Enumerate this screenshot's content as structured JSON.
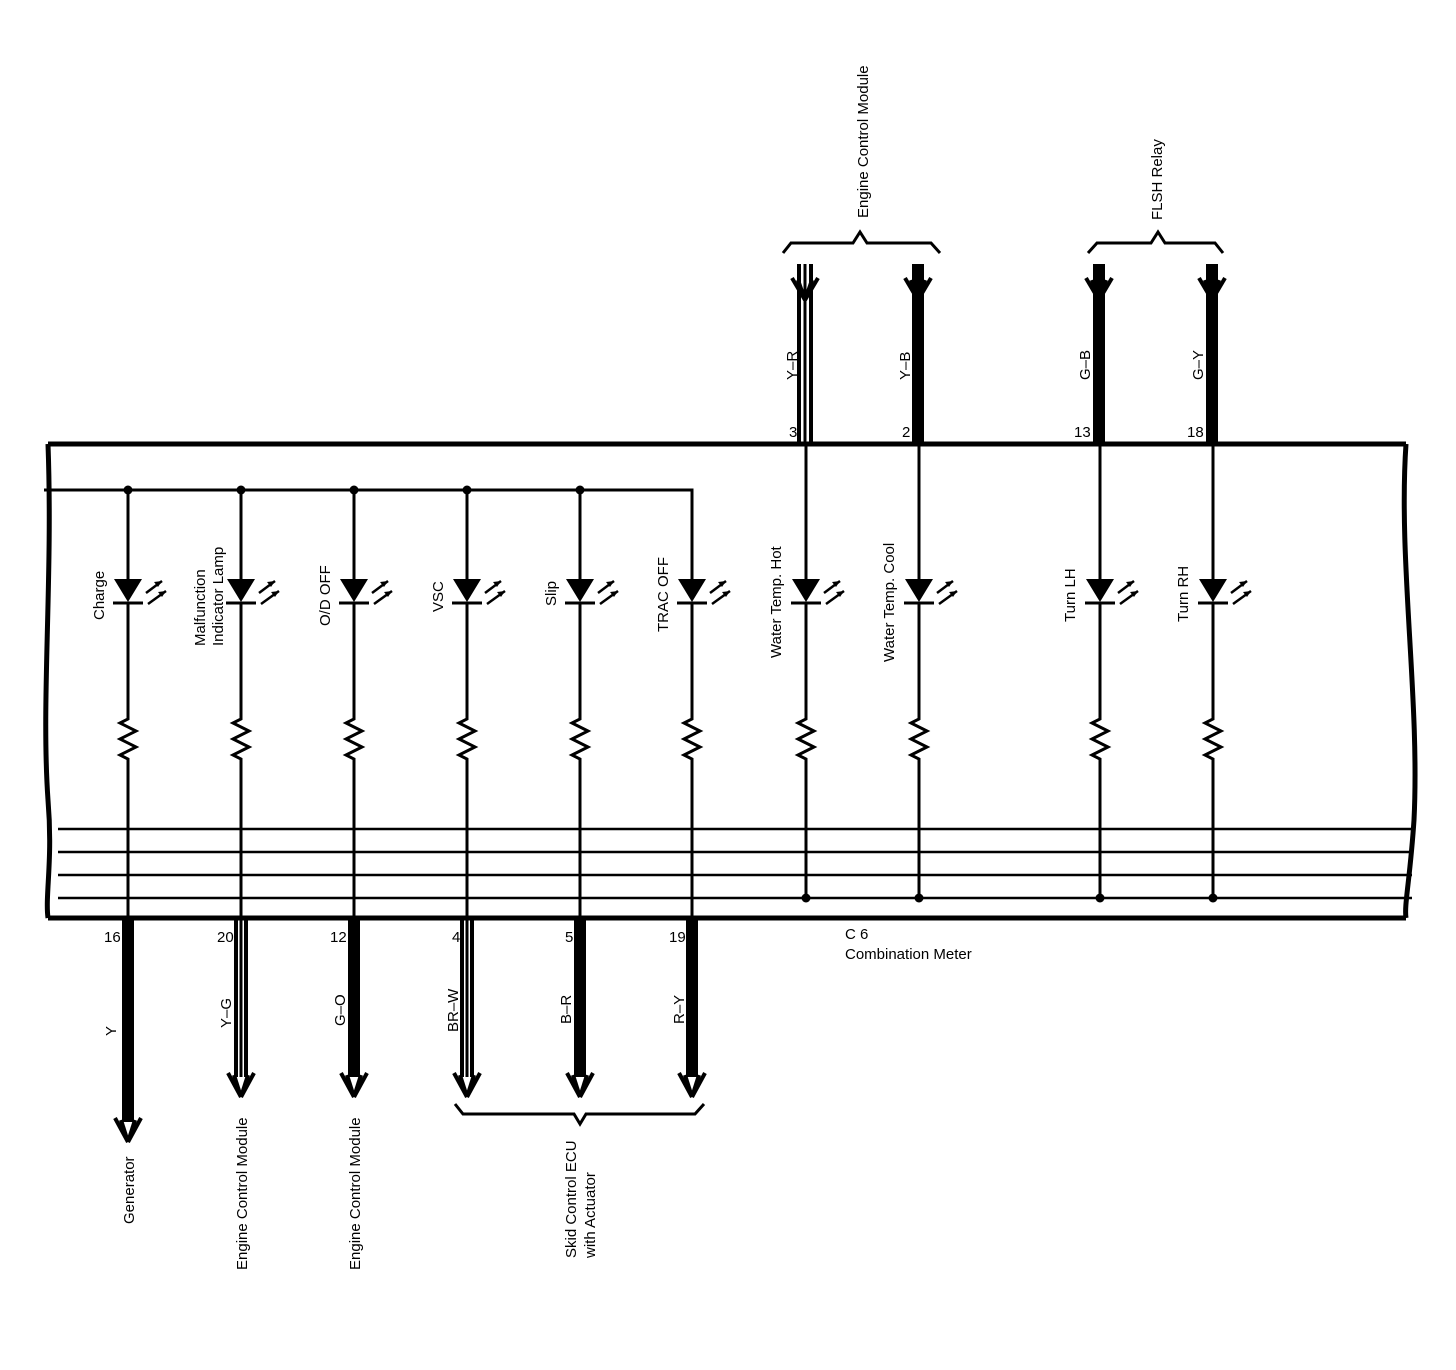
{
  "meter": {
    "code": "C 6",
    "name": "Combination Meter"
  },
  "top_modules": [
    {
      "name": "Engine Control Module"
    },
    {
      "name": "FLSH Relay"
    }
  ],
  "top_wires": [
    {
      "color": "Y–R",
      "pin": "3"
    },
    {
      "color": "Y–B",
      "pin": "2"
    },
    {
      "color": "G–B",
      "pin": "13"
    },
    {
      "color": "G–Y",
      "pin": "18"
    }
  ],
  "top_lamps": [
    {
      "label": "Water Temp.  Hot"
    },
    {
      "label": "Water Temp.  Cool"
    },
    {
      "label": "Turn LH"
    },
    {
      "label": "Turn RH"
    }
  ],
  "bottom_lamps": [
    {
      "label": "Charge"
    },
    {
      "label_line1": "Malfunction",
      "label_line2": "Indicator Lamp"
    },
    {
      "label": "O/D OFF"
    },
    {
      "label": "VSC"
    },
    {
      "label": "Slip"
    },
    {
      "label": "TRAC OFF"
    }
  ],
  "bottom_wires": [
    {
      "pin": "16",
      "color": "Y"
    },
    {
      "pin": "20",
      "color": "Y–G"
    },
    {
      "pin": "12",
      "color": "G–O"
    },
    {
      "pin": "4",
      "color": "BR–W"
    },
    {
      "pin": "5",
      "color": "B–R"
    },
    {
      "pin": "19",
      "color": "R–Y"
    }
  ],
  "bottom_destinations": [
    {
      "name": "Generator"
    },
    {
      "name": "Engine Control Module"
    },
    {
      "name": "Engine Control Module"
    },
    {
      "name_line1": "Skid Control ECU",
      "name_line2": "with Actuator"
    }
  ],
  "icons": {
    "lamp": "led-lamp-icon",
    "resistor": "resistor-icon",
    "arrow": "connector-arrow-icon"
  }
}
